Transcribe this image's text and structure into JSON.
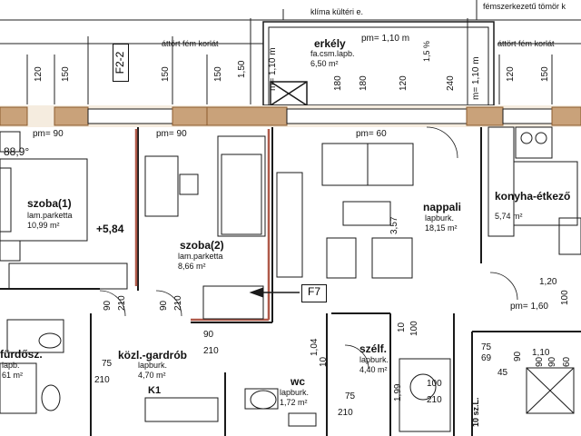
{
  "colors": {
    "wall_fill": "#c9a27a",
    "wall_outline": "#8a5a2c",
    "partition": "#b05a4a",
    "line": "#1a1a1a"
  },
  "notes": {
    "klima": "klíma kültéri e.",
    "femszerkezetu": "fémszerkezetű tömör k",
    "attort_left": "áttört fém korlát",
    "attort_right": "áttört fém korlát",
    "szl": "10 sz.L."
  },
  "tags": {
    "f2": "F2-2",
    "f7": "F7",
    "k1": "K1"
  },
  "level": "+5,84",
  "slope": "1,5 %",
  "rooms": {
    "erkely": {
      "name": "erkély",
      "material": "fa.csm.lapb.",
      "area": "6,50 m²"
    },
    "szoba1": {
      "name": "szoba(1)",
      "material": "lam.parketta",
      "area": "10,99 m²"
    },
    "szoba2": {
      "name": "szoba(2)",
      "material": "lam.parketta",
      "area": "8,66 m²"
    },
    "nappali": {
      "name": "nappali",
      "material": "lapburk.",
      "area": "18,15 m²"
    },
    "konyha": {
      "name": "konyha-étkező",
      "area": "5,74 m²"
    },
    "gardrob": {
      "name": "közl.-gardrób",
      "material": "lapburk.",
      "area": "4,70 m²"
    },
    "szelf": {
      "name": "szélf.",
      "material": "lapburk.",
      "area": "4,40 m²"
    },
    "wc": {
      "name": "wc",
      "material": "lapburk.",
      "area": "1,72 m²"
    },
    "furdo": {
      "name": "fürdősz.",
      "material": "lapb.",
      "area": "61 m²"
    }
  },
  "dims": {
    "pm90a": "pm= 90",
    "pm90b": "pm= 90",
    "pm60": "pm= 60",
    "pm110top": "pm= 1,10 m",
    "pm160": "pm= 1,60",
    "pm120": "1,20",
    "angle": "88,9°",
    "w120": "120",
    "w150a": "150",
    "w150b": "150",
    "w150c": "150",
    "w180a": "180",
    "w180b": "180",
    "w240": "240",
    "w120b": "120",
    "w120c": "120",
    "w150d": "150",
    "e110a": "m= 1,10 m",
    "e110b": "m= 1,10 m",
    "e150": "1,50",
    "n357": "3,57",
    "d90a": "90",
    "d210a": "210",
    "d90b": "90",
    "d210b": "210",
    "d90c": "90",
    "d210c": "210",
    "d75a": "75",
    "d210d": "210",
    "d75b": "75",
    "d210e": "210",
    "d104": "1,04",
    "d10a": "10",
    "d199": "1,99",
    "d10b": "10",
    "d100a": "100",
    "d100b": "100",
    "d210f": "210",
    "d100c": "100",
    "d75c": "75",
    "d69": "69",
    "d45": "45",
    "d90d": "90",
    "d110": "1,10",
    "d90e": "90",
    "d90f": "90",
    "d60": "60"
  }
}
